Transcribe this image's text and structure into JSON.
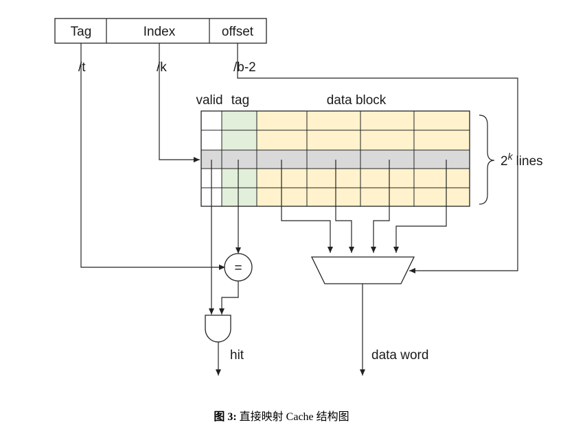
{
  "address": {
    "fields": [
      "Tag",
      "Index",
      "offset"
    ],
    "widths": [
      "/t",
      "/k",
      "/b-2"
    ]
  },
  "cache": {
    "valid_label": "valid",
    "tag_label": "tag",
    "data_block_label": "data block",
    "lines_base": "2",
    "lines_exp": "k",
    "lines_word": "lines",
    "colors": {
      "valid": "#ffffff",
      "tag": "#e2efda",
      "data": "#fff2cc",
      "selected": "#d9d9d9"
    }
  },
  "comparator": {
    "symbol": "="
  },
  "outputs": {
    "hit": "hit",
    "data_word": "data word"
  },
  "caption": {
    "label": "图 3:",
    "text": " 直接映射 Cache 结构图"
  }
}
